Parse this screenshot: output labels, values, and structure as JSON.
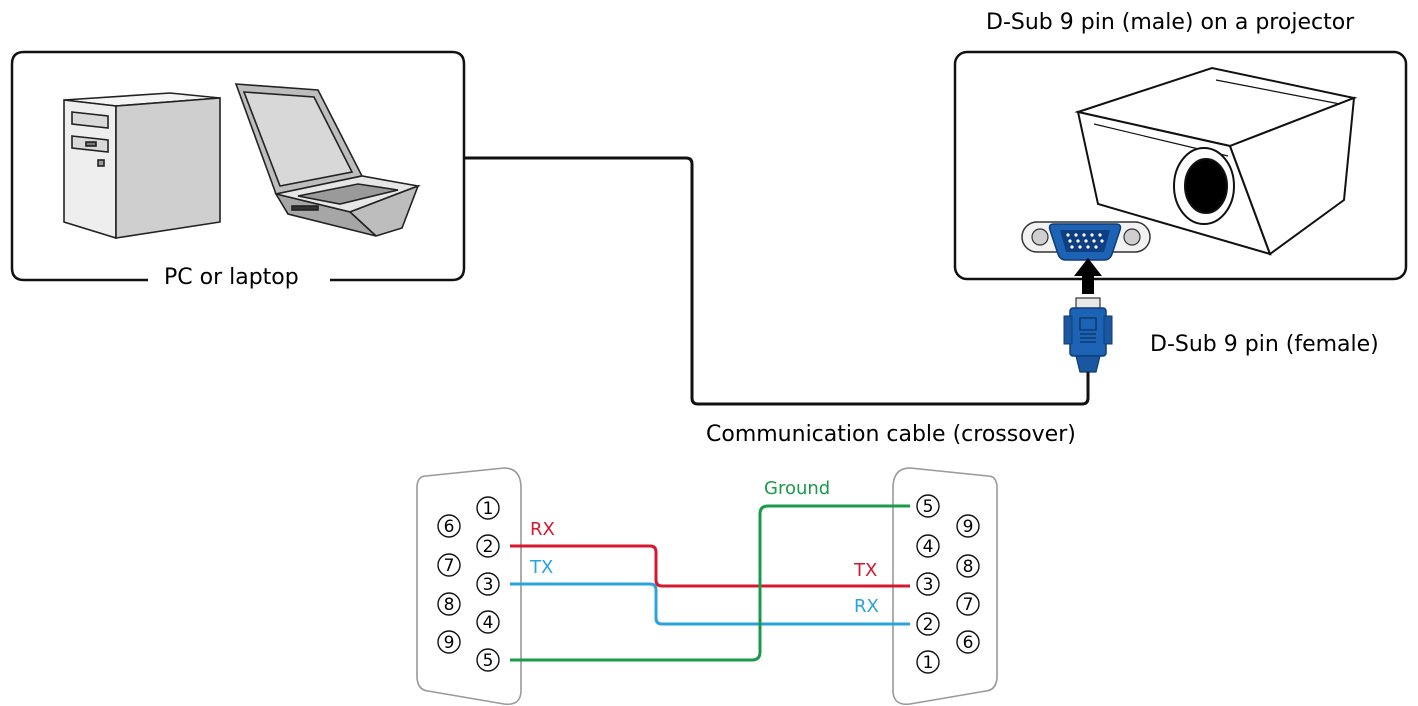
{
  "labels": {
    "projector_port": "D-Sub 9 pin (male) on a projector",
    "pc_label": "PC or laptop",
    "female_connector": "D-Sub 9 pin (female)",
    "cable": "Communication cable (crossover)"
  },
  "wiring": {
    "left_connector_pins": [
      "1",
      "2",
      "3",
      "4",
      "5",
      "6",
      "7",
      "8",
      "9"
    ],
    "right_connector_pins": [
      "5",
      "4",
      "3",
      "2",
      "1",
      "9",
      "8",
      "7",
      "6"
    ],
    "signals": {
      "left_rx": "RX",
      "left_tx": "TX",
      "right_tx": "TX",
      "right_rx": "RX",
      "ground": "Ground"
    }
  },
  "colors": {
    "rx_wire": "#d3182f",
    "tx_wire": "#2aa3dd",
    "ground_wire": "#1a9a4a",
    "connector_blue": "#1d63b5"
  }
}
